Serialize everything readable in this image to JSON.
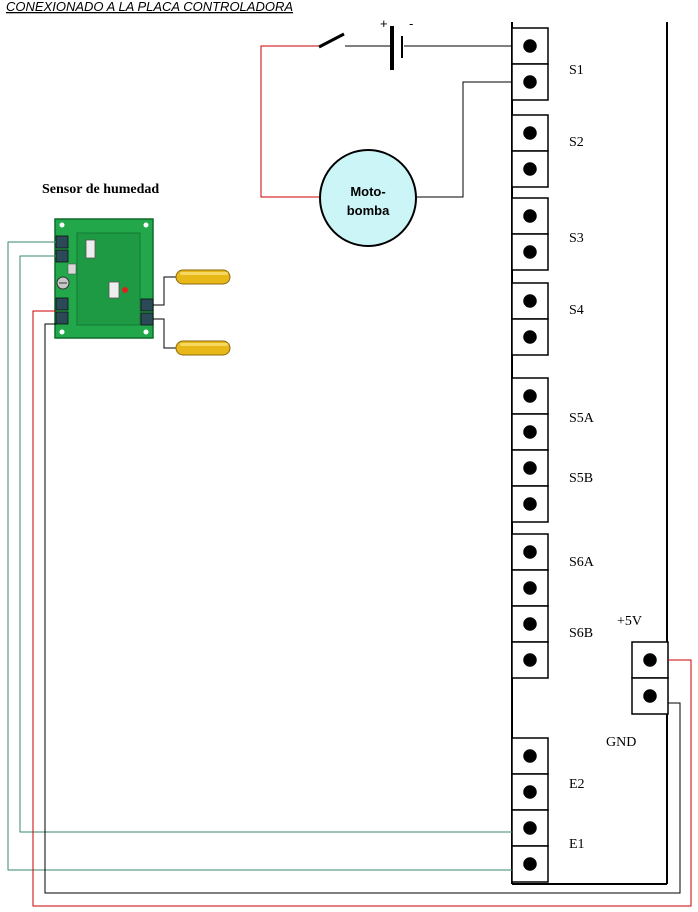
{
  "title": "CONEXIONADO A LA PLACA CONTROLADORA",
  "sensor": {
    "label": "Sensor de humedad"
  },
  "motor": {
    "line1": "Moto-",
    "line2": "bomba"
  },
  "battery": {
    "plus": "+",
    "minus": "-"
  },
  "terminals": {
    "s1": "S1",
    "s2": "S2",
    "s3": "S3",
    "s4": "S4",
    "s5a": "S5A",
    "s5b": "S5B",
    "s6a": "S6A",
    "s6b": "S6B",
    "plus5v": "+5V",
    "gnd": "GND",
    "e2": "E2",
    "e1": "E1"
  },
  "colors": {
    "wire_red": "#cc0000",
    "wire_green": "#3a8a6a",
    "wire_black": "#000000",
    "motor_fill": "#ccf5f8",
    "pcb_green": "#22a84a",
    "probe_yellow": "#e8b818"
  }
}
